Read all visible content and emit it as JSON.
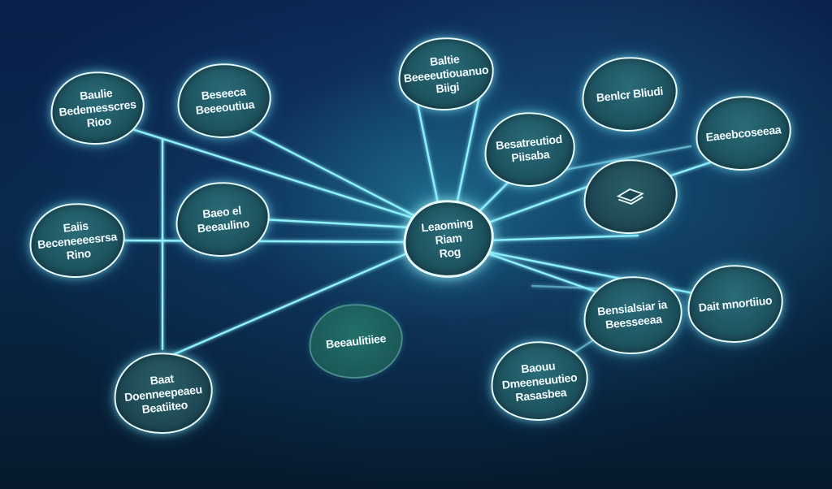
{
  "center": {
    "lines": [
      "Leaoming",
      "Riam",
      "Rog"
    ]
  },
  "nodes": {
    "top_left": {
      "lines": [
        "Baulie",
        "Bedemesscres",
        "Rioo"
      ]
    },
    "top_left2": {
      "lines": [
        "Beseeca",
        "Beeeoutiua"
      ]
    },
    "top_center": {
      "lines": [
        "Baltie",
        "Beeeeutiouanuo",
        "Biigi"
      ]
    },
    "top_right": {
      "lines": [
        "Benlcr Bliudi"
      ]
    },
    "mid_right_upper": {
      "lines": [
        "Besatreutiod",
        "Piisaba"
      ]
    },
    "far_right": {
      "lines": [
        "Eaeebcoseeaa"
      ]
    },
    "layers": {
      "icon": "layers-icon"
    },
    "mid_left": {
      "lines": [
        "Baeo el",
        "Beeaulino"
      ]
    },
    "far_left": {
      "lines": [
        "Eaiis",
        "Beceneeeesrsa",
        "Rino"
      ]
    },
    "lower_center": {
      "lines": [
        "Beeaulitiiee"
      ]
    },
    "right_mid": {
      "lines": [
        "Bensialsiar ia",
        "Beesseeaa"
      ]
    },
    "far_right_mid": {
      "lines": [
        "Dait mnortiiuo"
      ]
    },
    "bottom_left": {
      "lines": [
        "Baat",
        "Doenneepeaeu",
        "Beatiiteo"
      ]
    },
    "bottom_center": {
      "lines": [
        "Baouu",
        "Dmeeneuutieo",
        "Rasasbea"
      ]
    }
  }
}
